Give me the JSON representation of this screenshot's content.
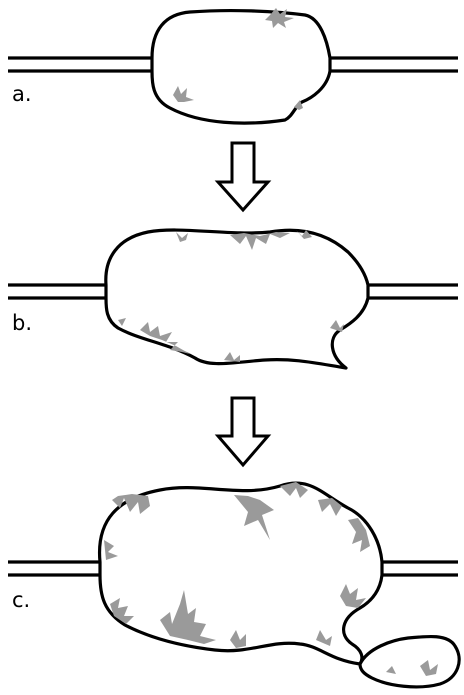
{
  "stages": [
    {
      "id": "a",
      "label": "a."
    },
    {
      "id": "b",
      "label": "b."
    },
    {
      "id": "c",
      "label": "c."
    }
  ],
  "colors": {
    "outline": "#000000",
    "fill": "#ffffff",
    "spikes": "#9a9a9a",
    "background": "#ffffff"
  }
}
